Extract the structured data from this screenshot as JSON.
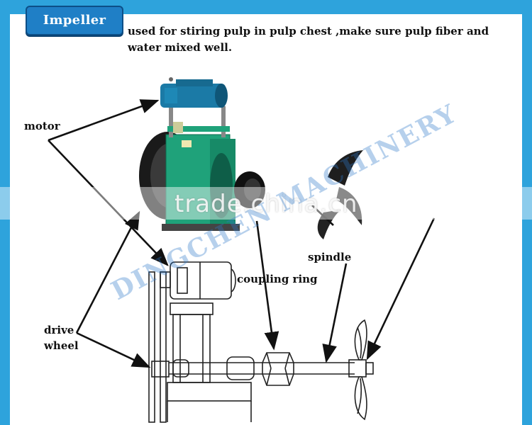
{
  "title": "Impeller",
  "description": "used for stiring pulp in pulp chest ,make sure pulp fiber and water mixed well.",
  "labels": {
    "motor": "motor",
    "spindle": "spindle",
    "coupling_ring": "coupling ring",
    "drive": "drive",
    "wheel": "wheel"
  },
  "watermarks": {
    "trade": "trade.china.cn",
    "brand": "DINGCHEN MACHINERY"
  },
  "colors": {
    "background": "#2ea3dc",
    "tab": "#1f7fc6",
    "machine_green": "#1fa27a",
    "motor_blue": "#1b7aa6"
  }
}
